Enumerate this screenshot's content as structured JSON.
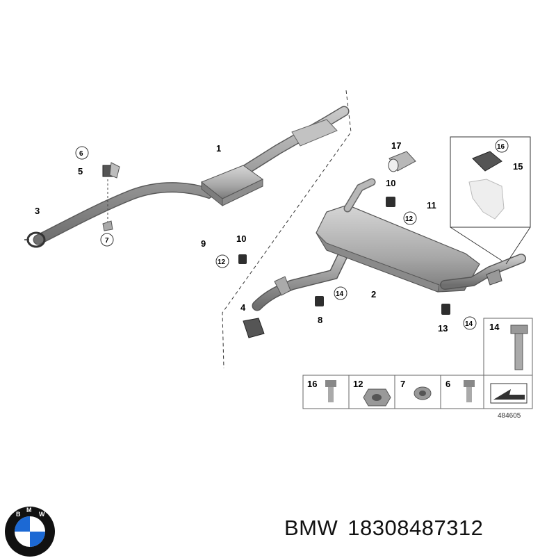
{
  "parts": {
    "p1": "1",
    "p2": "2",
    "p3": "3",
    "p4": "4",
    "p5": "5",
    "p6": "6",
    "p7": "7",
    "p8": "8",
    "p9": "9",
    "p10": "10",
    "p11": "11",
    "p12": "12",
    "p13": "13",
    "p14": "14",
    "p15": "15",
    "p16": "16",
    "p17": "17"
  },
  "hardware_table": {
    "cells": [
      "16",
      "12",
      "7",
      "6"
    ],
    "tall_cell": "14"
  },
  "diagram_ref": "484605",
  "logo": {
    "letters": "BMW",
    "colors": {
      "blue": "#1c69d4",
      "black": "#111111",
      "white": "#ffffff"
    }
  },
  "caption": {
    "brand": "BMW",
    "part_number": "18308487312"
  }
}
